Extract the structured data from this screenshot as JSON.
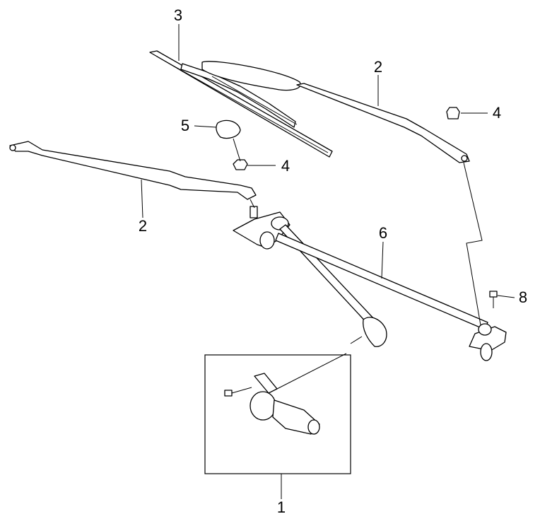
{
  "diagram": {
    "type": "exploded parts diagram",
    "callouts": [
      {
        "id": "blade",
        "label": "3"
      },
      {
        "id": "arm-right",
        "label": "2"
      },
      {
        "id": "nut-right",
        "label": "4"
      },
      {
        "id": "cap",
        "label": "5"
      },
      {
        "id": "nut-left",
        "label": "4"
      },
      {
        "id": "arm-left",
        "label": "2"
      },
      {
        "id": "linkage",
        "label": "6"
      },
      {
        "id": "bolt",
        "label": "8"
      },
      {
        "id": "motor",
        "label": "1"
      }
    ]
  }
}
